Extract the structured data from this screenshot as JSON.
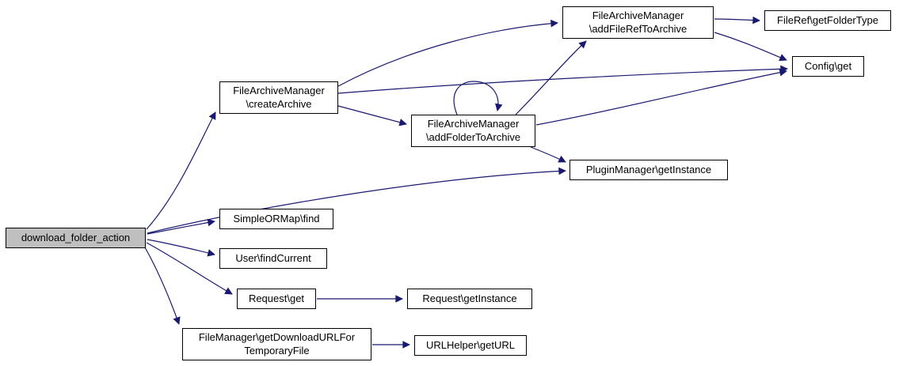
{
  "diagram": {
    "type": "call-graph",
    "colors": {
      "edge": "#191970",
      "node_border": "#000000",
      "node_fill": "#ffffff",
      "root_fill": "#bfbfbf",
      "background": "#ffffff"
    },
    "nodes": [
      {
        "id": "download_folder_action",
        "label": "download_folder_action",
        "root": true
      },
      {
        "id": "createArchive",
        "label": "FileArchiveManager\n\\createArchive",
        "root": false
      },
      {
        "id": "addFileRefToArchive",
        "label": "FileArchiveManager\n\\addFileRefToArchive",
        "root": false
      },
      {
        "id": "getFolderType",
        "label": "FileRef\\getFolderType",
        "root": false
      },
      {
        "id": "configGet",
        "label": "Config\\get",
        "root": false
      },
      {
        "id": "addFolderToArchive",
        "label": "FileArchiveManager\n\\addFolderToArchive",
        "root": false
      },
      {
        "id": "pluginGetInstance",
        "label": "PluginManager\\getInstance",
        "root": false
      },
      {
        "id": "simpleORMapFind",
        "label": "SimpleORMap\\find",
        "root": false
      },
      {
        "id": "userFindCurrent",
        "label": "User\\findCurrent",
        "root": false
      },
      {
        "id": "requestGet",
        "label": "Request\\get",
        "root": false
      },
      {
        "id": "requestGetInstance",
        "label": "Request\\getInstance",
        "root": false
      },
      {
        "id": "getDownloadURLForTemporaryFile",
        "label": "FileManager\\getDownloadURLFor\nTemporaryFile",
        "root": false
      },
      {
        "id": "urlHelperGetURL",
        "label": "URLHelper\\getURL",
        "root": false
      }
    ],
    "edges": [
      {
        "from": "download_folder_action",
        "to": "createArchive"
      },
      {
        "from": "download_folder_action",
        "to": "pluginGetInstance"
      },
      {
        "from": "download_folder_action",
        "to": "simpleORMapFind"
      },
      {
        "from": "download_folder_action",
        "to": "userFindCurrent"
      },
      {
        "from": "download_folder_action",
        "to": "requestGet"
      },
      {
        "from": "download_folder_action",
        "to": "getDownloadURLForTemporaryFile"
      },
      {
        "from": "createArchive",
        "to": "addFileRefToArchive"
      },
      {
        "from": "createArchive",
        "to": "configGet"
      },
      {
        "from": "createArchive",
        "to": "addFolderToArchive"
      },
      {
        "from": "addFileRefToArchive",
        "to": "getFolderType"
      },
      {
        "from": "addFileRefToArchive",
        "to": "configGet"
      },
      {
        "from": "addFolderToArchive",
        "to": "addFolderToArchive"
      },
      {
        "from": "addFolderToArchive",
        "to": "addFileRefToArchive"
      },
      {
        "from": "addFolderToArchive",
        "to": "configGet"
      },
      {
        "from": "addFolderToArchive",
        "to": "pluginGetInstance"
      },
      {
        "from": "requestGet",
        "to": "requestGetInstance"
      },
      {
        "from": "getDownloadURLForTemporaryFile",
        "to": "urlHelperGetURL"
      }
    ]
  }
}
